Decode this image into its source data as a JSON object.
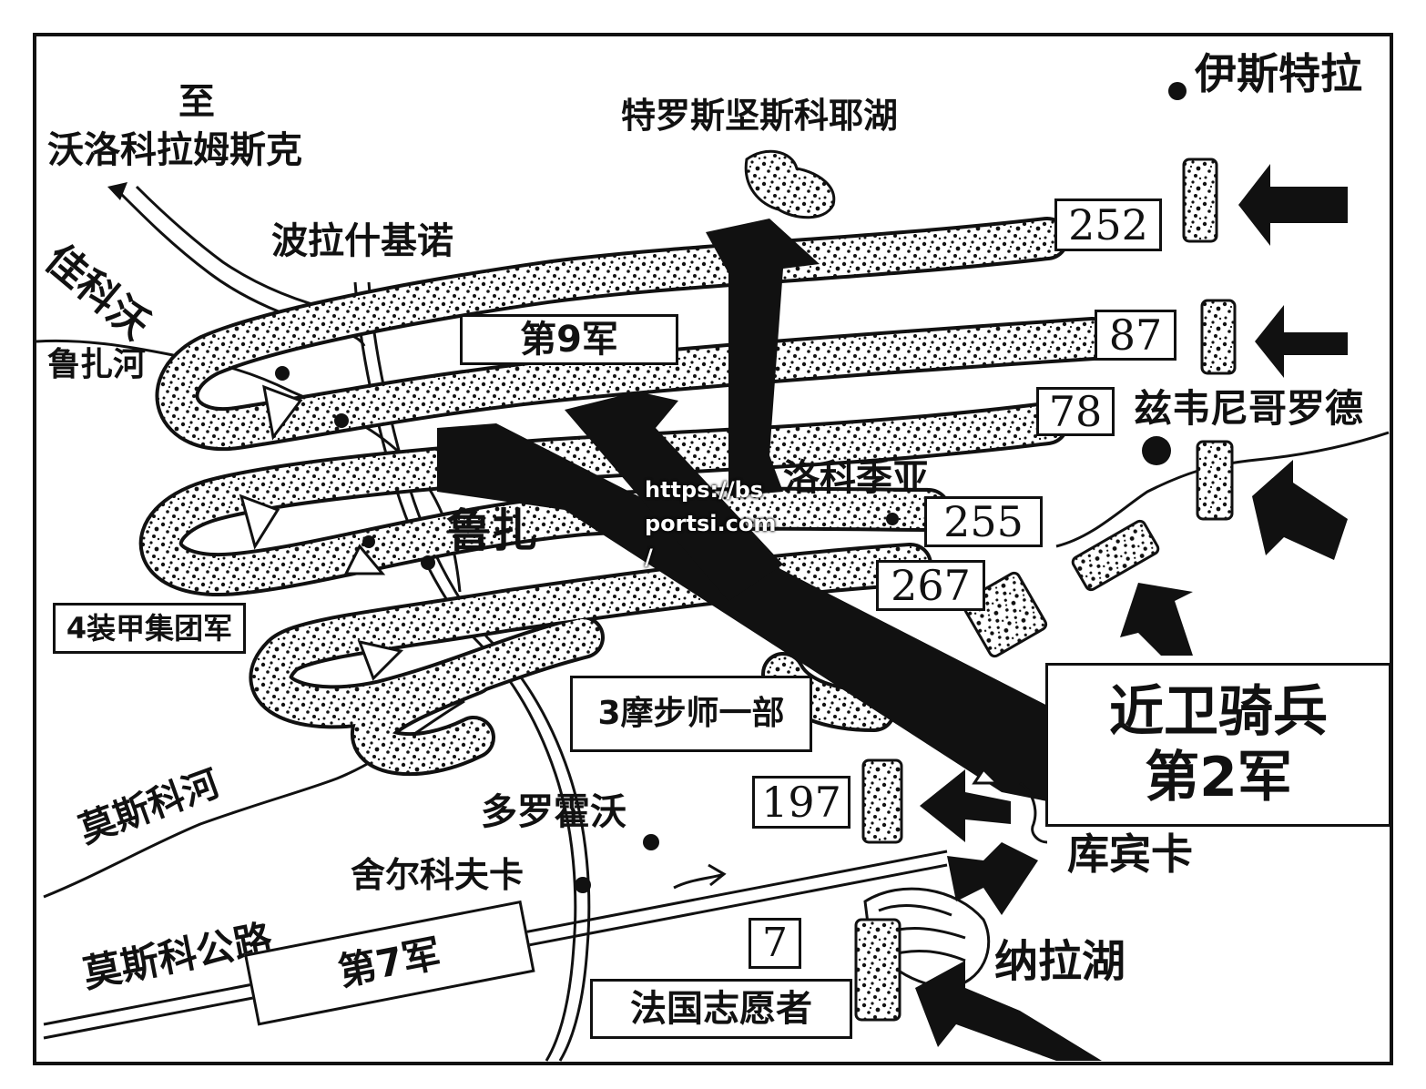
{
  "places": {
    "istra": "伊斯特拉",
    "trostensko_lake": "特罗斯坚斯科耶湖",
    "to": "至",
    "volokolamsk": "沃洛科拉姆斯克",
    "polashkino": "波拉什基诺",
    "jiakewo": "佳科沃",
    "ruza_river": "鲁扎河",
    "zvenigorod": "兹韦尼哥罗德",
    "lokotnya": "洛科季亚",
    "ruza": "鲁扎",
    "moskva_river": "莫斯科河",
    "dorokhovo": "多罗霍沃",
    "shelkovka": "舍尔科夫卡",
    "kubinka": "库宾卡",
    "moscow_road": "莫斯科公路",
    "nara_lake": "纳拉湖"
  },
  "units": {
    "div_252": "252",
    "div_87": "87",
    "div_78": "78",
    "div_255": "255",
    "div_267": "267",
    "div_197": "197",
    "div_7": "7",
    "army_9": "第9军",
    "panzer_group_4": "4装甲集团军",
    "mot_3": "3摩步师一部",
    "guards_cav_1": "近卫骑兵",
    "guards_cav_2": "第2军",
    "army_7": "第7军",
    "french_volunteers": "法国志愿者"
  },
  "watermark": {
    "line1": "https://bs",
    "line2": "portsi.com",
    "line3": "/"
  },
  "colors": {
    "ink": "#111111",
    "paper": "#ffffff"
  }
}
